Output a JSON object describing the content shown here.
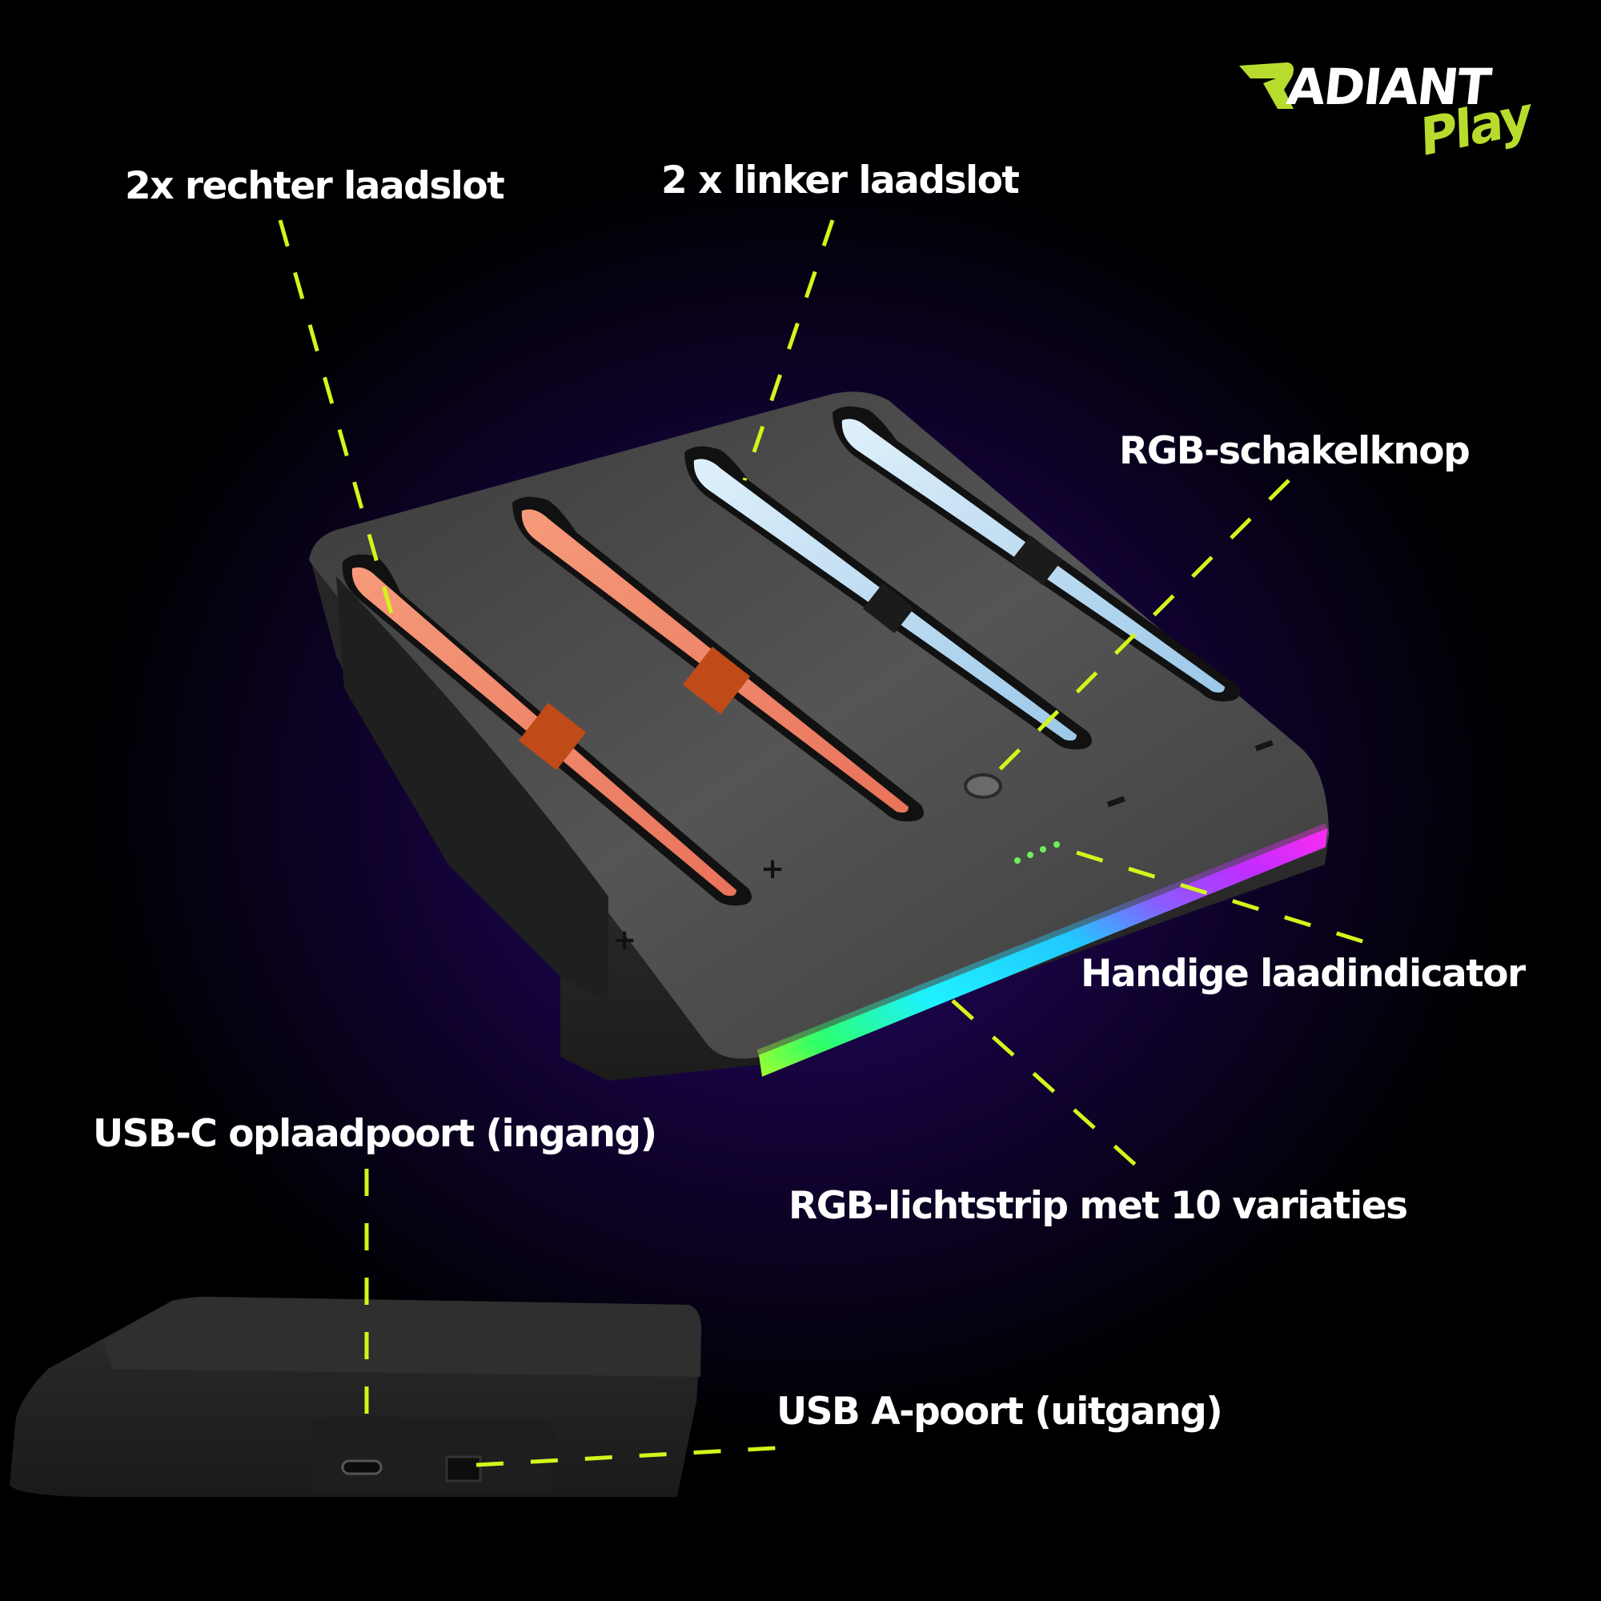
{
  "brand": {
    "name_part1": "ADIANT",
    "name_part2": "Play",
    "full_name": "RADIANT Play",
    "primary_color": "#ffffff",
    "accent_color": "#b8dc2e"
  },
  "colors": {
    "background_center": "#22045a",
    "background_edge": "#000000",
    "callout_line": "#d4f51a",
    "label_text": "#ffffff",
    "slot_left_glow": "#f08a6a",
    "slot_right_glow": "#cfe6f6",
    "led_indicator": "#6cf05a"
  },
  "callouts": {
    "right_slots": "2x rechter laadslot",
    "left_slots": "2 x linker laadslot",
    "rgb_button": "RGB-schakelknop",
    "charge_indicator": "Handige laadindicator",
    "rgb_strip": "RGB-lichtstrip met 10 variaties",
    "usb_c": "USB-C oplaadpoort (ingang)",
    "usb_a": "USB A-poort (uitgang)"
  },
  "product": {
    "top_view": {
      "slots": [
        {
          "name": "slot-1",
          "glow": "orange"
        },
        {
          "name": "slot-2",
          "glow": "orange"
        },
        {
          "name": "slot-3",
          "glow": "blue"
        },
        {
          "name": "slot-4",
          "glow": "blue"
        }
      ],
      "indicator_leds": 4,
      "polarity_marks": [
        "+",
        "+",
        "−",
        "−"
      ]
    },
    "side_view": {
      "ports": [
        "usb-c",
        "usb-a"
      ]
    }
  },
  "icons": {
    "plus_sign": "+",
    "minus_sign": "−"
  }
}
